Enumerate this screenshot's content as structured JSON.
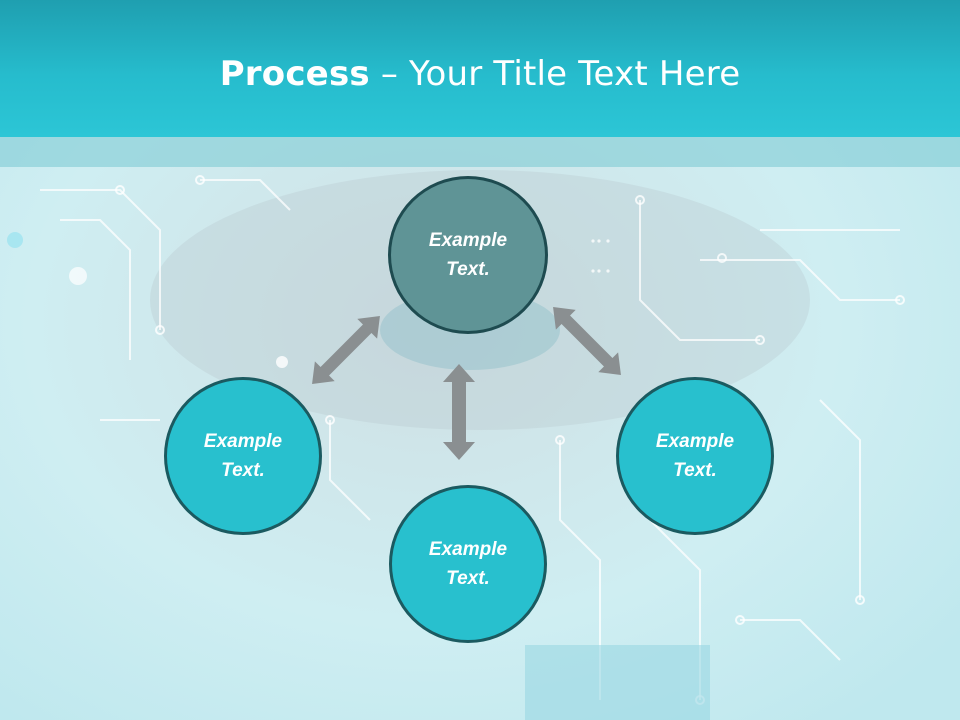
{
  "title": {
    "bold": "Process",
    "rest": " – Your Title Text Here"
  },
  "nodes": {
    "top": {
      "line1": "Example",
      "line2": "Text."
    },
    "left": {
      "line1": "Example",
      "line2": "Text."
    },
    "bottom": {
      "line1": "Example",
      "line2": "Text."
    },
    "right": {
      "line1": "Example",
      "line2": "Text."
    }
  },
  "colors": {
    "header": "#26bccd",
    "node_teal": "#28c0ce",
    "node_slate": "#5f9496",
    "arrow": "#8a8f91"
  }
}
